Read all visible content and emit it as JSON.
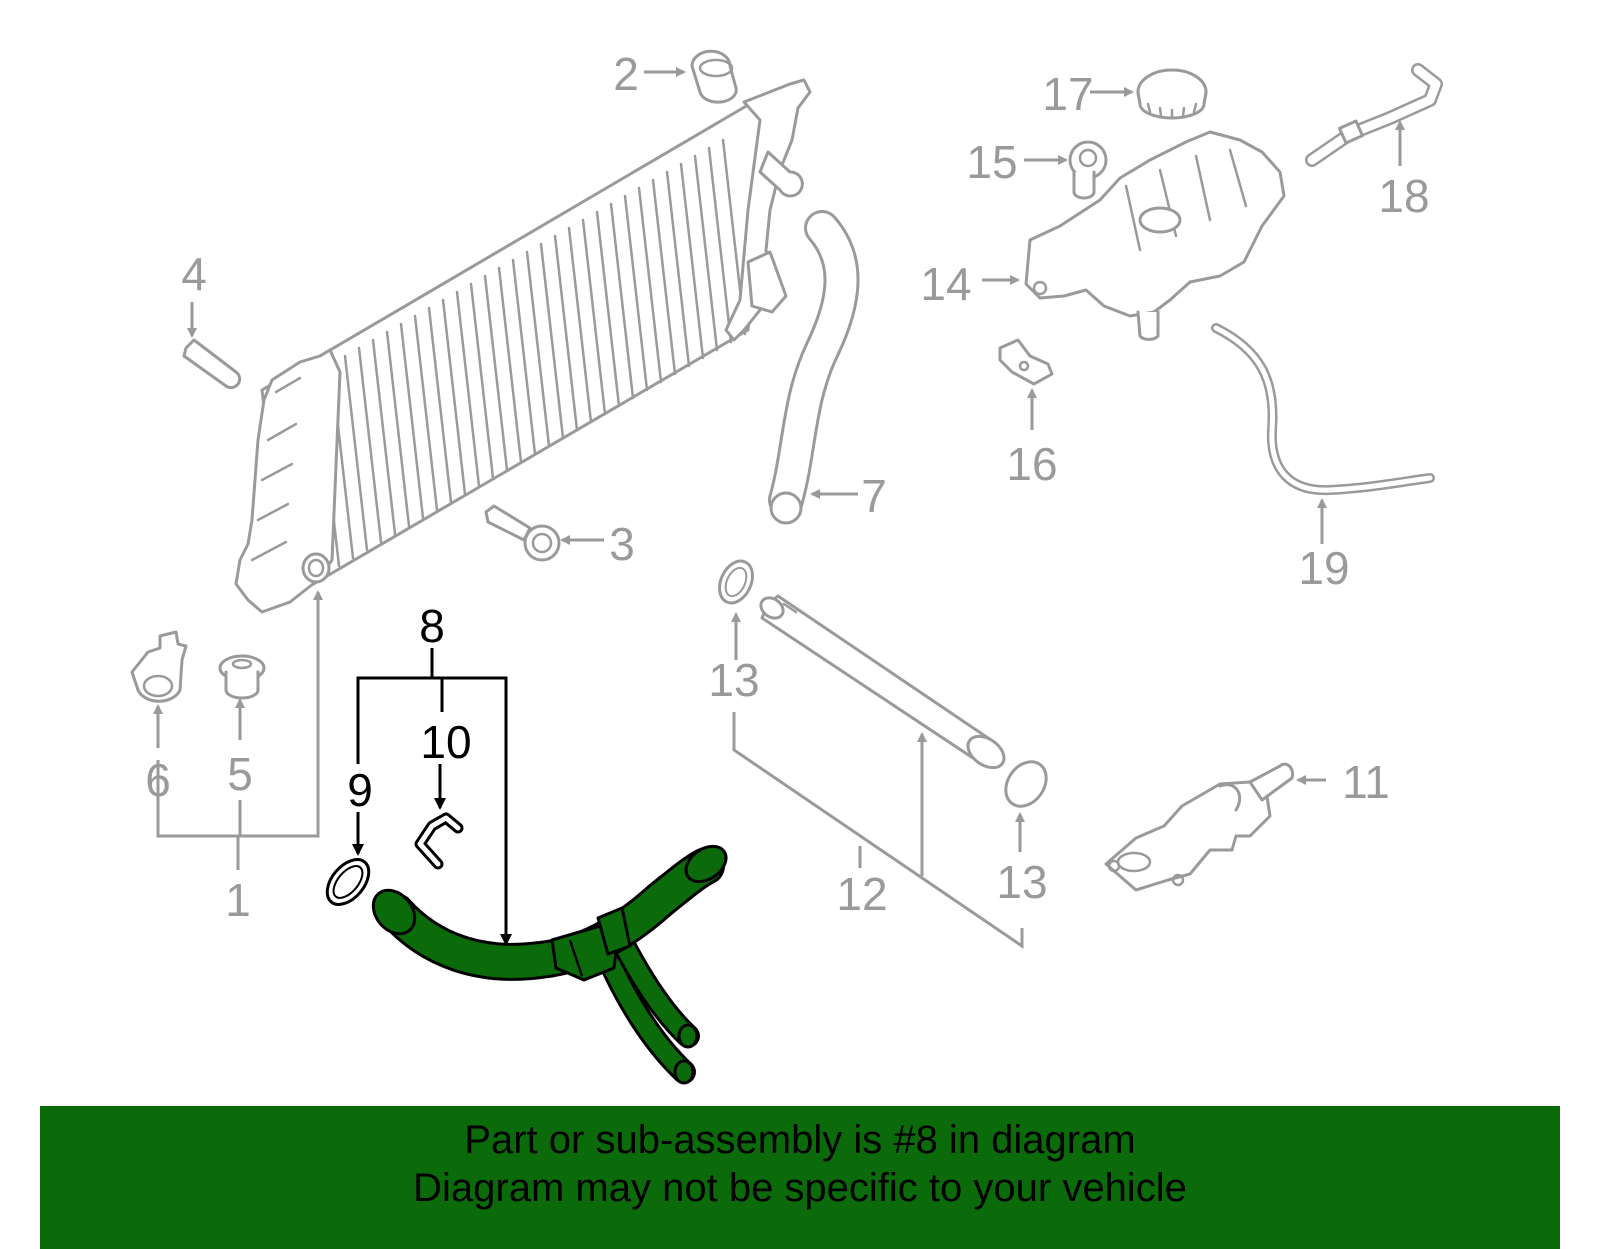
{
  "callouts": {
    "c1": "1",
    "c2": "2",
    "c3": "3",
    "c4": "4",
    "c5": "5",
    "c6": "6",
    "c7": "7",
    "c8": "8",
    "c9": "9",
    "c10": "10",
    "c11": "11",
    "c12": "12",
    "c13a": "13",
    "c13b": "13",
    "c14": "14",
    "c15": "15",
    "c16": "16",
    "c17": "17",
    "c18": "18",
    "c19": "19"
  },
  "highlighted_part": "8",
  "colors": {
    "highlight": "#0b6b0b",
    "part_line": "#9a9a9a",
    "text_highlight": "#000000"
  },
  "banner": {
    "line1": "Part or sub-assembly is #8 in diagram",
    "line2": "Diagram may not be specific to your vehicle"
  }
}
